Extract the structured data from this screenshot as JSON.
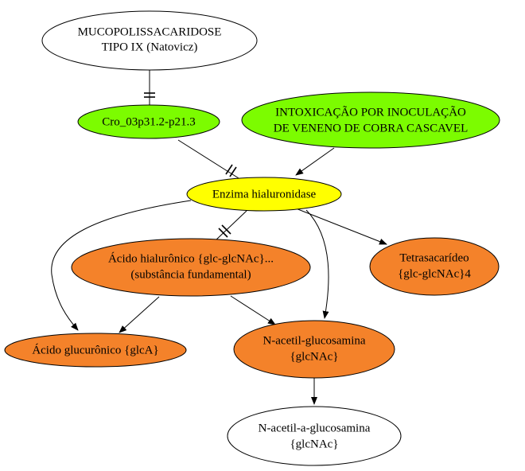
{
  "nodes": {
    "mucopolissacaridose": {
      "lines": [
        "MUCOPOLISSACARIDOSE",
        "TIPO IX (Natovicz)"
      ],
      "fill": "#ffffff"
    },
    "cro": {
      "lines": [
        "Cro_03p31.2-p21.3"
      ],
      "fill": "#7cfc00"
    },
    "intoxicacao": {
      "lines": [
        "INTOXICAÇÃO POR INOCULAÇÃO",
        "DE VENENO DE COBRA CASCAVEL"
      ],
      "fill": "#7cfc00"
    },
    "enzima": {
      "lines": [
        "Enzima hialuronidase"
      ],
      "fill": "#ffff00"
    },
    "acido_hialuronico": {
      "lines": [
        "Ácido hialurônico {glc-glcNAc}...",
        "(substância fundamental)"
      ],
      "fill": "#f4822a"
    },
    "tetrasacarideo": {
      "lines": [
        "Tetrasacarídeo",
        "{glc-glcNAc}4"
      ],
      "fill": "#f4822a"
    },
    "acido_glucuronico": {
      "lines": [
        "Ácido glucurônico {glcA}"
      ],
      "fill": "#f4822a"
    },
    "n_acetil_glucosamina": {
      "lines": [
        "N-acetil-glucosamina",
        "{glcNAc}"
      ],
      "fill": "#f4822a"
    },
    "n_acetil_a_glucosamina": {
      "lines": [
        "N-acetil-a-glucosamina",
        "{glcNAc}"
      ],
      "fill": "#ffffff"
    }
  },
  "edges": [
    {
      "from": "mucopolissacaridose",
      "to": "cro",
      "style": "tee"
    },
    {
      "from": "cro",
      "to": "enzima",
      "style": "tee"
    },
    {
      "from": "intoxicacao",
      "to": "enzima",
      "style": "arrow"
    },
    {
      "from": "enzima",
      "to": "acido_hialuronico",
      "style": "tee"
    },
    {
      "from": "enzima",
      "to": "tetrasacarideo",
      "style": "arrow"
    },
    {
      "from": "enzima",
      "to": "acido_glucuronico",
      "style": "arrow"
    },
    {
      "from": "enzima",
      "to": "n_acetil_glucosamina",
      "style": "arrow"
    },
    {
      "from": "acido_hialuronico",
      "to": "acido_glucuronico",
      "style": "arrow"
    },
    {
      "from": "acido_hialuronico",
      "to": "n_acetil_glucosamina",
      "style": "arrow"
    },
    {
      "from": "n_acetil_glucosamina",
      "to": "n_acetil_a_glucosamina",
      "style": "arrow"
    }
  ]
}
